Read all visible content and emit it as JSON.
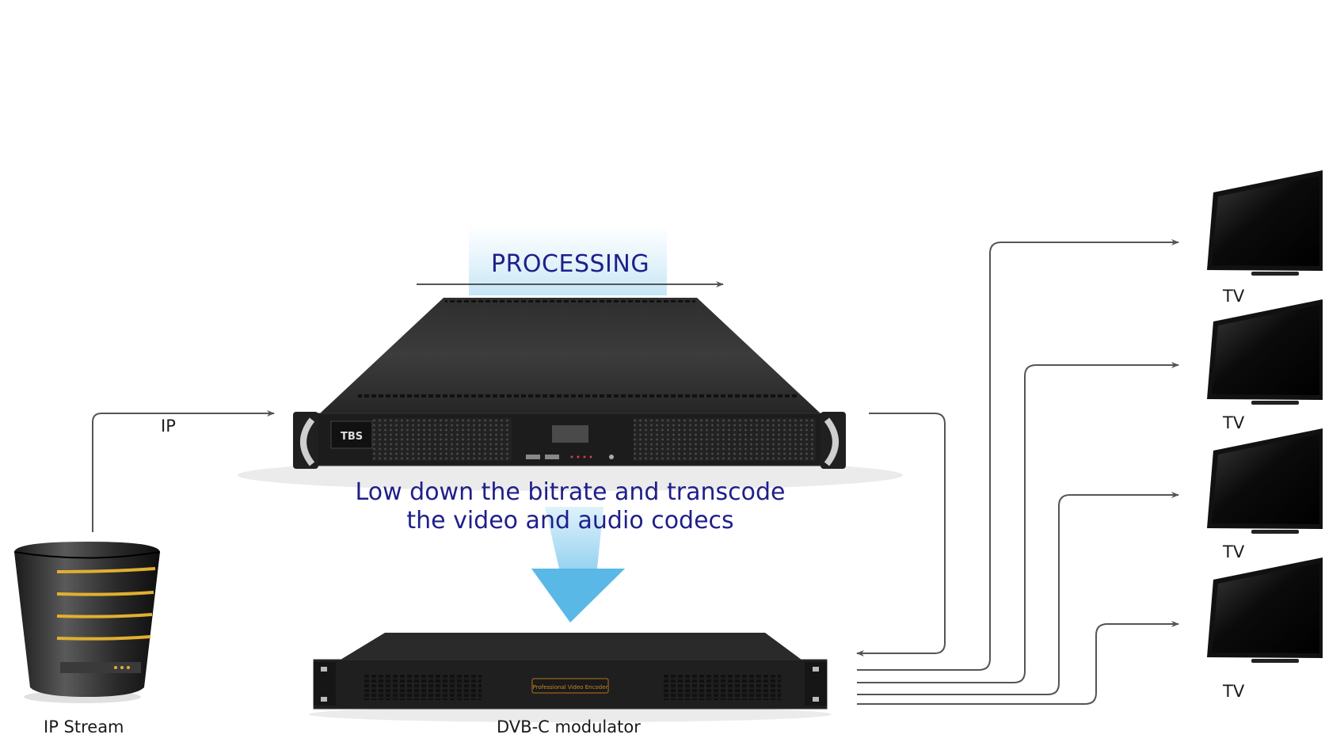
{
  "labels": {
    "processing": "PROCESSING",
    "description_line1": "Low down the bitrate and transcode",
    "description_line2": "the video and audio codecs",
    "ip": "IP",
    "ip_stream": "IP Stream",
    "dvbc_modulator": "DVB-C modulator",
    "tv": [
      "TV",
      "TV",
      "TV",
      "TV"
    ]
  },
  "device_text": {
    "encoder_badge": "Professional Video Encoder"
  },
  "colors": {
    "text_blue": "#1f1f8a",
    "arrow_gray": "#555555",
    "beam_blue": "#6ec3ea",
    "device_dark": "#2b2b2b"
  }
}
